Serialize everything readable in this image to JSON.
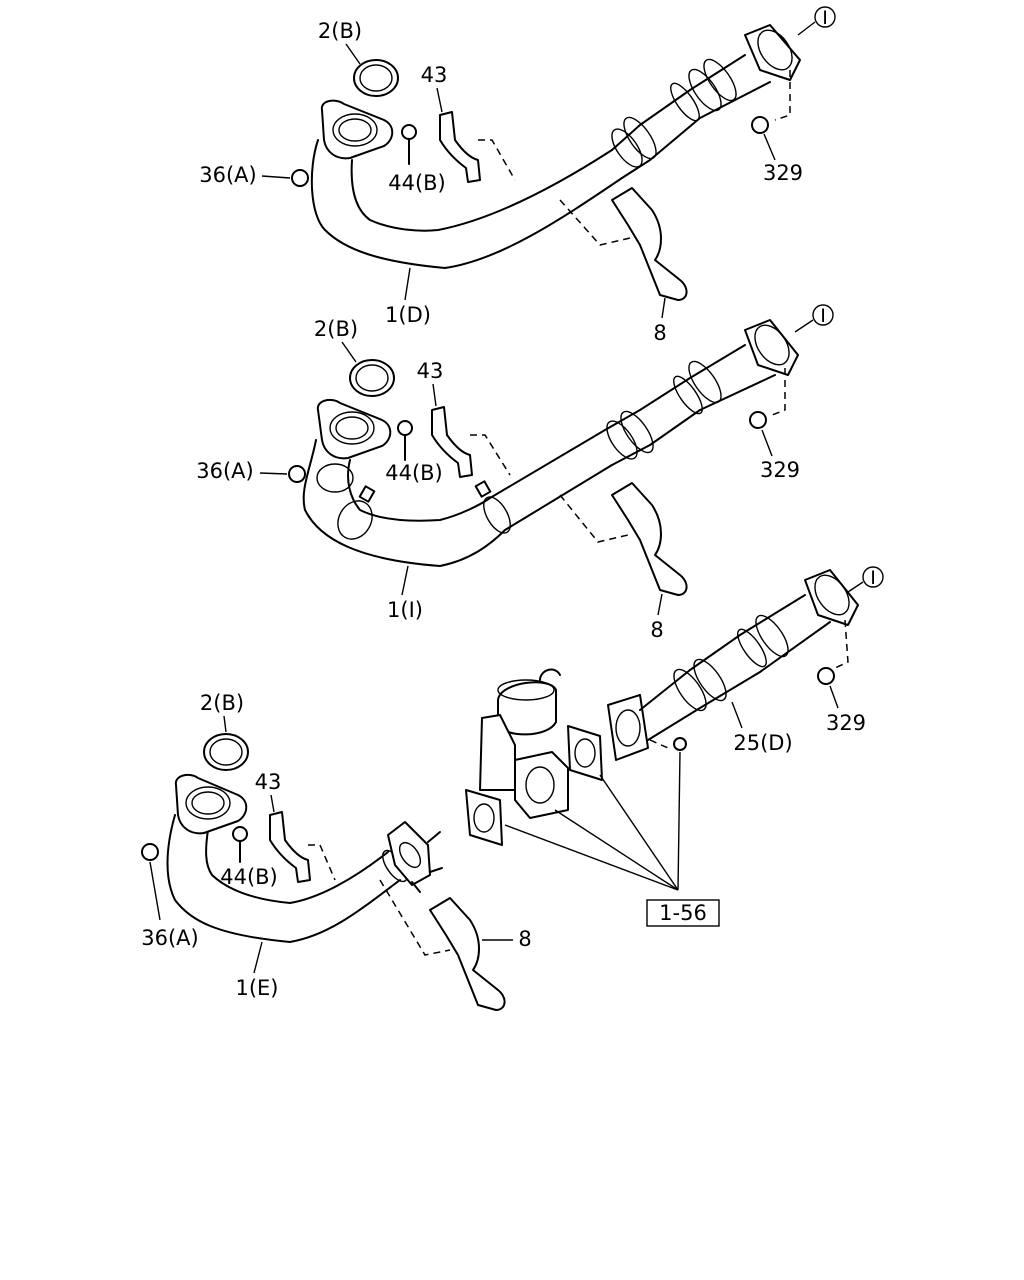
{
  "assemblies": [
    {
      "labels": {
        "gasket": "2(B)",
        "clamp": "43",
        "bolt": "44(B)",
        "nut_left": "36(A)",
        "pipe": "1(D)",
        "bracket": "8",
        "nut_right": "329",
        "ref": "Ⅰ"
      }
    },
    {
      "labels": {
        "gasket": "2(B)",
        "clamp": "43",
        "bolt": "44(B)",
        "nut_left": "36(A)",
        "pipe": "1(I)",
        "bracket": "8",
        "nut_right": "329",
        "ref": "Ⅰ"
      }
    },
    {
      "labels": {
        "gasket": "2(B)",
        "clamp": "43",
        "bolt": "44(B)",
        "nut_left": "36(A)",
        "pipe": "1(E)",
        "bracket": "8",
        "nut_right": "329",
        "ref": "Ⅰ",
        "silencer": "25(D)",
        "valve_ref": "1-56"
      }
    }
  ]
}
